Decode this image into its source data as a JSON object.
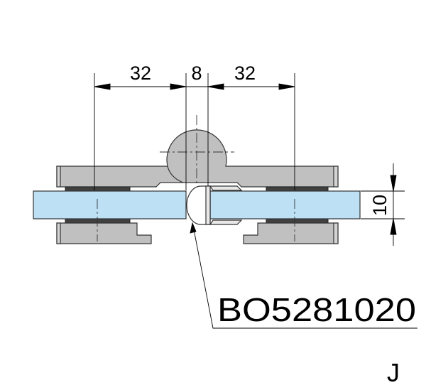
{
  "dimensions": {
    "left_offset": "32",
    "gap": "8",
    "right_offset": "32",
    "glass_thickness": "10"
  },
  "part_number": "BO5281020",
  "view_label": "J",
  "colors": {
    "metal": "#c0c0c0",
    "glass": "#bde0f5",
    "gasket": "#404040",
    "line": "#000000"
  }
}
